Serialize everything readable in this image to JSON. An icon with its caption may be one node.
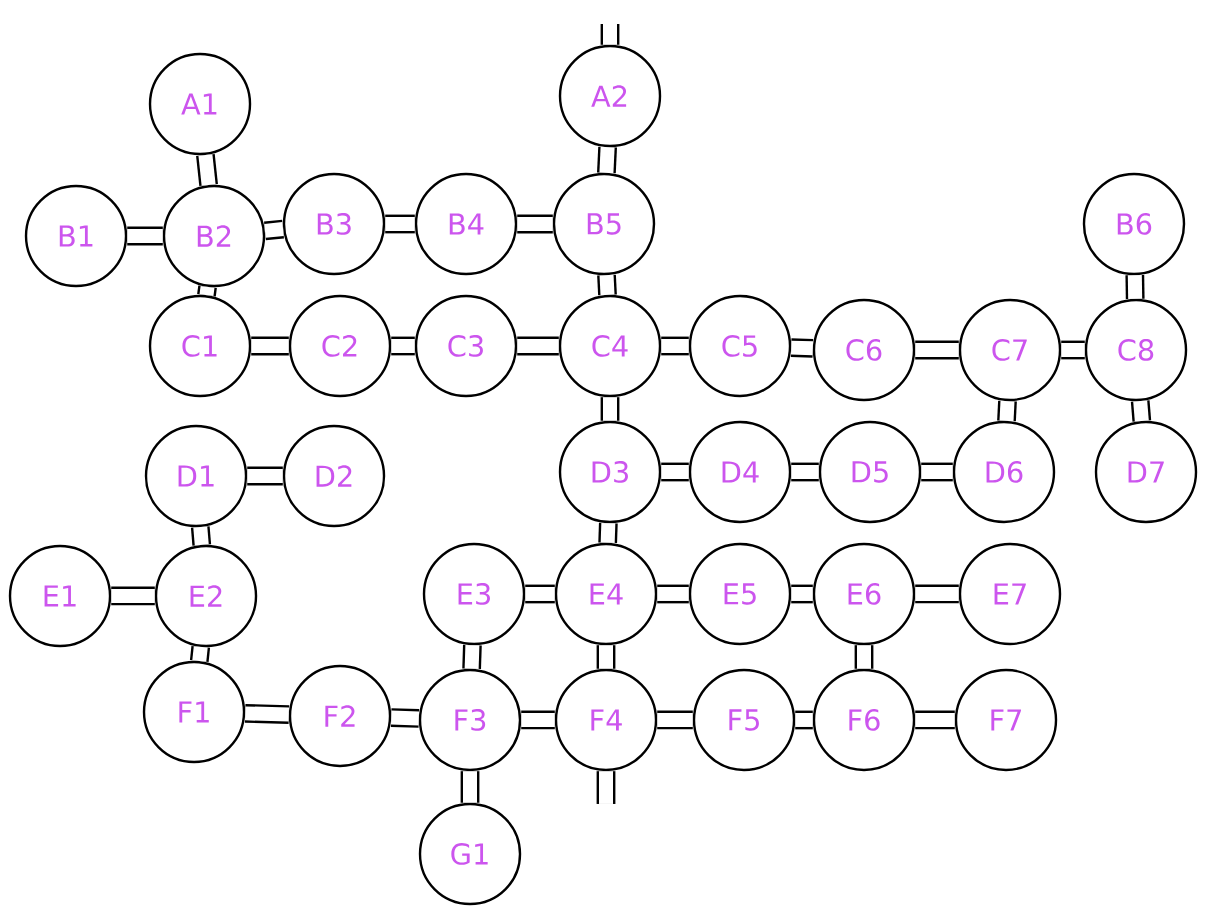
{
  "diagram": {
    "nodes": [
      {
        "text": [
          "A1"
        ]
      },
      {
        "text": [
          "A2"
        ]
      },
      {
        "text": [
          "B1"
        ]
      },
      {
        "text": [
          "B2"
        ]
      },
      {
        "text": [
          "B3"
        ]
      },
      {
        "text": [
          "B4"
        ]
      },
      {
        "text": [
          "B5"
        ]
      },
      {
        "text": [
          "B6"
        ]
      },
      {
        "text": [
          "C1"
        ]
      },
      {
        "text": [
          "C2"
        ]
      },
      {
        "text": [
          "C3"
        ]
      },
      {
        "text": [
          "C4"
        ]
      },
      {
        "text": [
          "C5"
        ]
      },
      {
        "text": [
          "C6"
        ]
      },
      {
        "text": [
          "C7"
        ]
      },
      {
        "text": [
          "C8"
        ]
      },
      {
        "text": [
          "D1"
        ]
      },
      {
        "text": [
          "D2"
        ]
      },
      {
        "text": [
          "D3"
        ]
      },
      {
        "text": [
          "D4"
        ]
      },
      {
        "text": [
          "D5"
        ]
      },
      {
        "text": [
          "D6"
        ]
      },
      {
        "text": [
          "D7"
        ]
      },
      {
        "text": [
          "E1"
        ]
      },
      {
        "text": [
          "E2"
        ]
      },
      {
        "text": [
          "E3"
        ]
      },
      {
        "text": [
          "E4"
        ]
      },
      {
        "text": [
          "E5"
        ]
      },
      {
        "text": [
          "E6"
        ]
      },
      {
        "text": [
          "E7"
        ]
      },
      {
        "text": [
          "F1"
        ]
      },
      {
        "text": [
          "F2"
        ]
      },
      {
        "text": [
          "F3"
        ]
      },
      {
        "text": [
          "F4"
        ]
      },
      {
        "text": [
          "F5"
        ]
      },
      {
        "text": [
          "F6"
        ]
      },
      {
        "text": [
          "F7"
        ]
      },
      {
        "text": [
          "G1"
        ]
      }
    ],
    "edges": [
      {
        "from": null,
        "to": 1,
        "arrow": "none"
      },
      {
        "from": 0,
        "to": 3,
        "arrow": "none"
      },
      {
        "from": 1,
        "to": 6,
        "arrow": "none"
      },
      {
        "from": 2,
        "to": 3,
        "arrow": "none"
      },
      {
        "from": 3,
        "to": 4,
        "arrow": "none"
      },
      {
        "from": 4,
        "to": 5,
        "arrow": "none"
      },
      {
        "from": 5,
        "to": 6,
        "arrow": "none"
      },
      {
        "from": 3,
        "to": 8,
        "arrow": "none"
      },
      {
        "from": 6,
        "to": 11,
        "arrow": "none"
      },
      {
        "from": 7,
        "to": 15,
        "arrow": "none"
      },
      {
        "from": 8,
        "to": 9,
        "arrow": "none"
      },
      {
        "from": 9,
        "to": 10,
        "arrow": "none"
      },
      {
        "from": 10,
        "to": 11,
        "arrow": "none"
      },
      {
        "from": 11,
        "to": 12,
        "arrow": "none"
      },
      {
        "from": 12,
        "to": 13,
        "arrow": "none"
      },
      {
        "from": 13,
        "to": 14,
        "arrow": "none"
      },
      {
        "from": 14,
        "to": 15,
        "arrow": "none"
      },
      {
        "from": 11,
        "to": 18,
        "arrow": "none"
      },
      {
        "from": 14,
        "to": 21,
        "arrow": "none"
      },
      {
        "from": 15,
        "to": 22,
        "arrow": "none"
      },
      {
        "from": 16,
        "to": 17,
        "arrow": "none"
      },
      {
        "from": 16,
        "to": 24,
        "arrow": "none"
      },
      {
        "from": 18,
        "to": 19,
        "arrow": "none"
      },
      {
        "from": 19,
        "to": 20,
        "arrow": "none"
      },
      {
        "from": 20,
        "to": 21,
        "arrow": "none"
      },
      {
        "from": 18,
        "to": 26,
        "arrow": "none"
      },
      {
        "from": 23,
        "to": 24,
        "arrow": "none"
      },
      {
        "from": 25,
        "to": 26,
        "arrow": "none"
      },
      {
        "from": 26,
        "to": 27,
        "arrow": "none"
      },
      {
        "from": 27,
        "to": 28,
        "arrow": "none"
      },
      {
        "from": 28,
        "to": 29,
        "arrow": "none"
      },
      {
        "from": 24,
        "to": 30,
        "arrow": "none"
      },
      {
        "from": 25,
        "to": 32,
        "arrow": "none"
      },
      {
        "from": 26,
        "to": 33,
        "arrow": "none"
      },
      {
        "from": 28,
        "to": 35,
        "arrow": "none"
      },
      {
        "from": 30,
        "to": 31,
        "arrow": "none"
      },
      {
        "from": 31,
        "to": 32,
        "arrow": "none"
      },
      {
        "from": 32,
        "to": 33,
        "arrow": "none"
      },
      {
        "from": 33,
        "to": 34,
        "arrow": "none"
      },
      {
        "from": 34,
        "to": 35,
        "arrow": "none"
      },
      {
        "from": 35,
        "to": 36,
        "arrow": "none"
      },
      {
        "from": 32,
        "to": 37,
        "arrow": "none"
      },
      {
        "from": 33,
        "to": null,
        "arrow": "none"
      }
    ]
  }
}
